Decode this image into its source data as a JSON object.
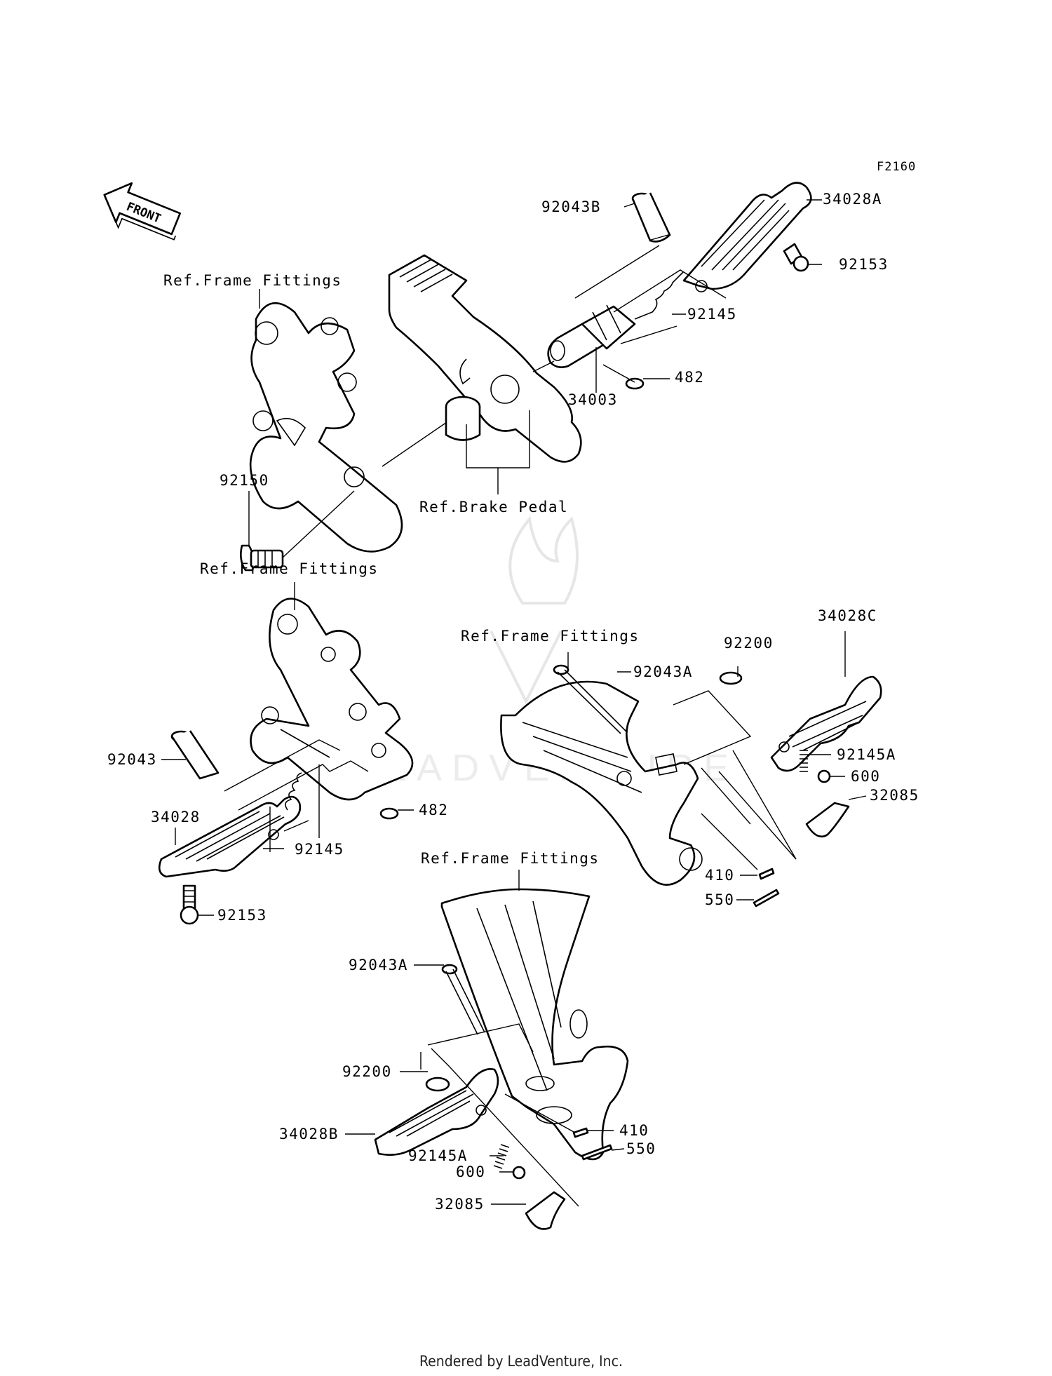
{
  "diagram_code": "F2160",
  "front_arrow": {
    "text": "FRONT",
    "icon": "front-direction-arrow-icon"
  },
  "references": {
    "frame_fittings": "Ref.Frame Fittings",
    "brake_pedal": "Ref.Brake Pedal"
  },
  "parts": {
    "p92043B": "92043B",
    "p34028A": "34028A",
    "p92153_top": "92153",
    "p92145_top": "92145",
    "p482_top": "482",
    "p34003": "34003",
    "p92150": "92150",
    "p92043": "92043",
    "p34028": "34028",
    "p92145_left": "92145",
    "p482_left": "482",
    "p92153_left": "92153",
    "p92200_right": "92200",
    "p34028C": "34028C",
    "p92043A_right": "92043A",
    "p92145A_right": "92145A",
    "p600_right": "600",
    "p32085_right": "32085",
    "p410_right": "410",
    "p550_right": "550",
    "p92043A_bottom": "92043A",
    "p92200_bottom": "92200",
    "p34028B": "34028B",
    "p92145A_bottom": "92145A",
    "p600_bottom": "600",
    "p32085_bottom": "32085",
    "p410_bottom": "410",
    "p550_bottom": "550"
  },
  "watermark": "LEADVENTURE",
  "footer": "Rendered by LeadVenture, Inc."
}
